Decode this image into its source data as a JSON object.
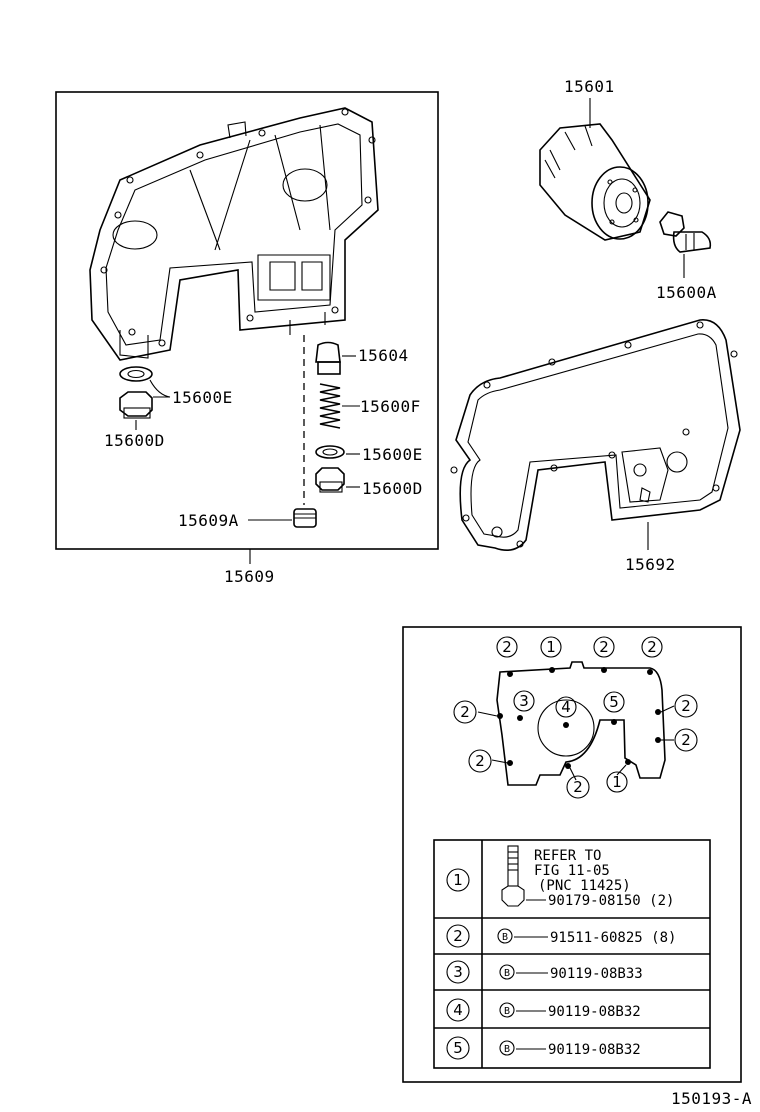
{
  "labels": {
    "p15601": "15601",
    "p15600A": "15600A",
    "p15600E_left": "15600E",
    "p15600D_left": "15600D",
    "p15604": "15604",
    "p15600F": "15600F",
    "p15600E_right": "15600E",
    "p15600D_right": "15600D",
    "p15609A": "15609A",
    "p15609": "15609",
    "p15692": "15692",
    "figure_code": "150193-A"
  },
  "gasket_callouts": {
    "top": [
      "2",
      "1",
      "2",
      "2"
    ],
    "left_upper": "2",
    "inner_3": "3",
    "inner_4": "4",
    "inner_5": "5",
    "right_upper": "2",
    "right_lower": "2",
    "left_lower": "2",
    "bottom_mid": "2",
    "bottom_right": "1"
  },
  "bolt_table": {
    "rows": [
      {
        "key": "1",
        "lines": [
          "REFER TO",
          "FIG 11-05",
          "(PNC 11425)"
        ],
        "part": "90179-08150 (2)"
      },
      {
        "key": "2",
        "badge": "B",
        "part": "91511-60825 (8)"
      },
      {
        "key": "3",
        "badge": "B",
        "part": "90119-08B33"
      },
      {
        "key": "4",
        "badge": "B",
        "part": "90119-08B32"
      },
      {
        "key": "5",
        "badge": "B",
        "part": "90119-08B32"
      }
    ]
  },
  "colors": {
    "ink": "#000000",
    "paper": "#ffffff"
  }
}
